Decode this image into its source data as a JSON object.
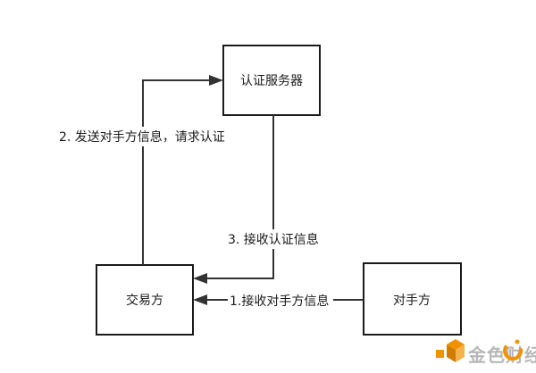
{
  "nodes": {
    "auth_server": "认证服务器",
    "trader": "交易方",
    "counterparty": "对手方"
  },
  "edges": {
    "step1": "1.接收对手方信息",
    "step2": "2. 发送对手方信息，请求认证",
    "step3": "3. 接收认证信息"
  },
  "watermark": {
    "brand": "金色财经"
  },
  "colors": {
    "stroke": "#1a1a1a",
    "watermark_orange": "#f29100",
    "watermark_gray": "#b7b7b7"
  }
}
